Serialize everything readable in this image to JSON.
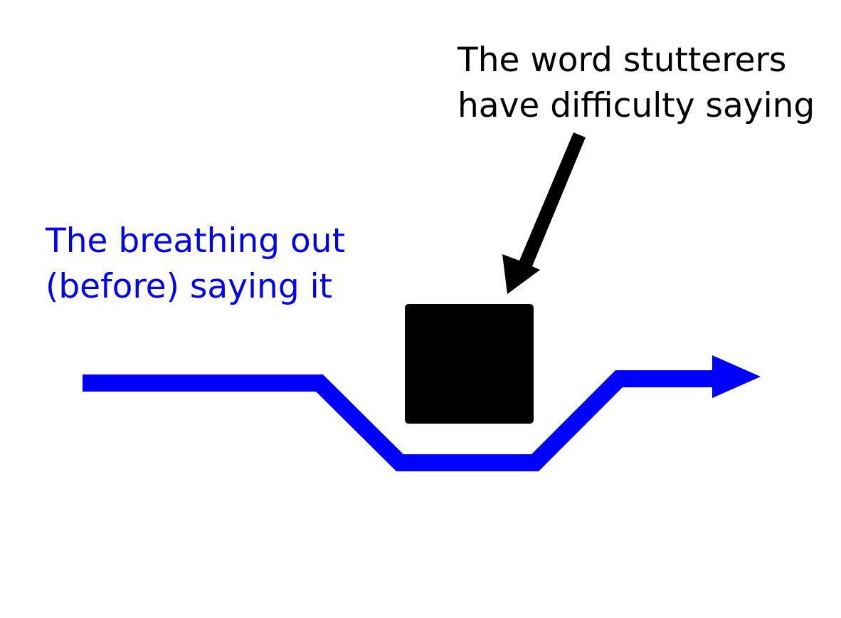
{
  "word_label": {
    "line1": "The word stutterers",
    "line2": "have difficulty saying",
    "color": "#000000"
  },
  "breath_label": {
    "line1": "The breathing out",
    "line2": "(before) saying it",
    "color": "#0000ff"
  },
  "colors": {
    "breath_path": "#0000ff",
    "word_block": "#000000",
    "pointer_arrow": "#000000",
    "background": "#ffffff"
  }
}
